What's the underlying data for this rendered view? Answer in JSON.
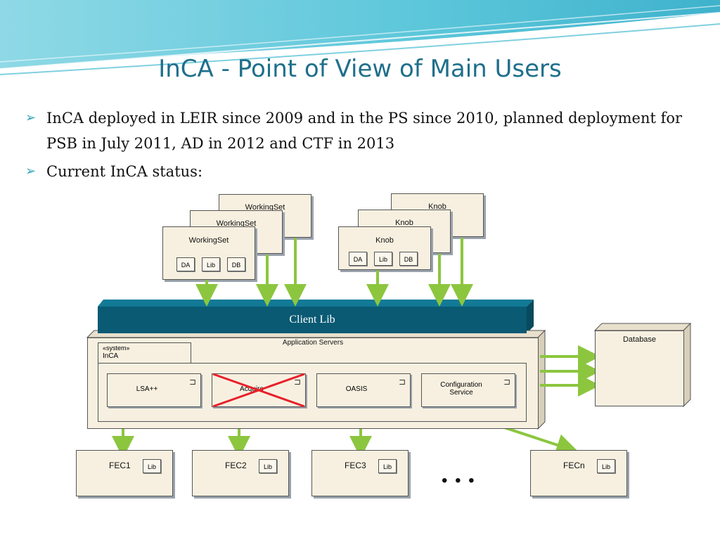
{
  "title": "InCA - Point of View of Main Users",
  "bullets": [
    "InCA deployed in LEIR since 2009 and in the PS since 2010, planned deployment for PSB in July 2011, AD in 2012 and CTF in 2013",
    "Current InCA status:"
  ],
  "diagram": {
    "workingset_label": "WorkingSet",
    "knob_label": "Knob",
    "sub_da": "DA",
    "sub_lib": "Lib",
    "sub_db": "DB",
    "client_lib": "Client Lib",
    "app_servers": "Application Servers",
    "stereotype": "«system»",
    "system_name": "InCA",
    "components": [
      "LSA++",
      "Acquire",
      "OASIS",
      "Configuration Service"
    ],
    "database": "Database",
    "fecs": [
      "FEC1",
      "FEC2",
      "FEC3",
      "FECn"
    ],
    "ellipsis": "• • •",
    "component_icon": "component-icon",
    "arrow_color": "#8cc63f",
    "cross_color": "#e8202a"
  }
}
